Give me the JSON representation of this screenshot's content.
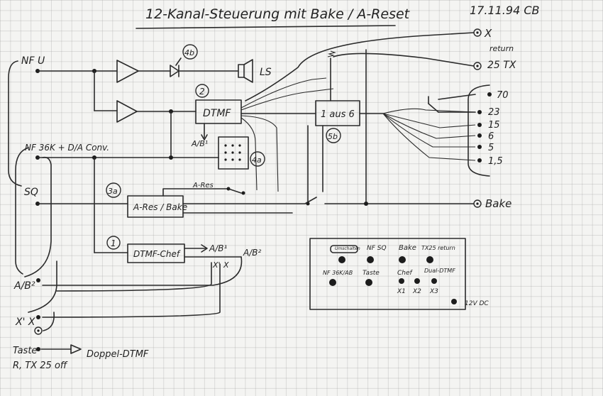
{
  "title": "12-Kanal-Steuerung mit Bake / A-Reset",
  "date_sign": "17.11.94 CB",
  "inputs": {
    "nf_u": "NF U",
    "nf_decode": "NF 36K + D/A Conv.",
    "sq": "SQ",
    "ab2": "A/B²",
    "xx": "X' X",
    "taste": "Taste",
    "taste_note": "R, TX 25 off",
    "doppel": "Doppel-DTMF"
  },
  "blocks": {
    "dtmf": "DTMF",
    "dtmf_num": "2",
    "one_of_six": "1 aus 6",
    "one_of_six_num": "5b",
    "reset": "A-Res / Bake",
    "reset_num": "3a",
    "dtmf_chef": "DTMF-Chef",
    "dtmf_chef_num": "1",
    "keypad_num": "4a",
    "relay_num": "4b",
    "ls": "LS",
    "ab_label": "A/B¹",
    "ab1_out": "A/B¹",
    "ab2_out": "A/B²",
    "x_small": "X",
    "x_prime": "X'",
    "a_res": "A-Res"
  },
  "outputs": {
    "x": "X",
    "return_label": "return",
    "tx25": "25 TX",
    "ch70": "70",
    "ch23": "23",
    "ch15a": "15",
    "ch6": "6",
    "ch5": "5",
    "ch1_5": "1,5",
    "bake": "Bake"
  },
  "panel": {
    "umsch": "Umschalten",
    "nf_sq": "NF SQ",
    "bake": "Bake",
    "tx25_return": "TX25 return",
    "nf_36k": "NF 36K/AB",
    "taste": "Taste",
    "chef": "Chef",
    "dual_dtmf": "Dual-DTMF",
    "x1": "X1",
    "x2": "X2",
    "x3": "X3",
    "v12": "12V DC"
  }
}
